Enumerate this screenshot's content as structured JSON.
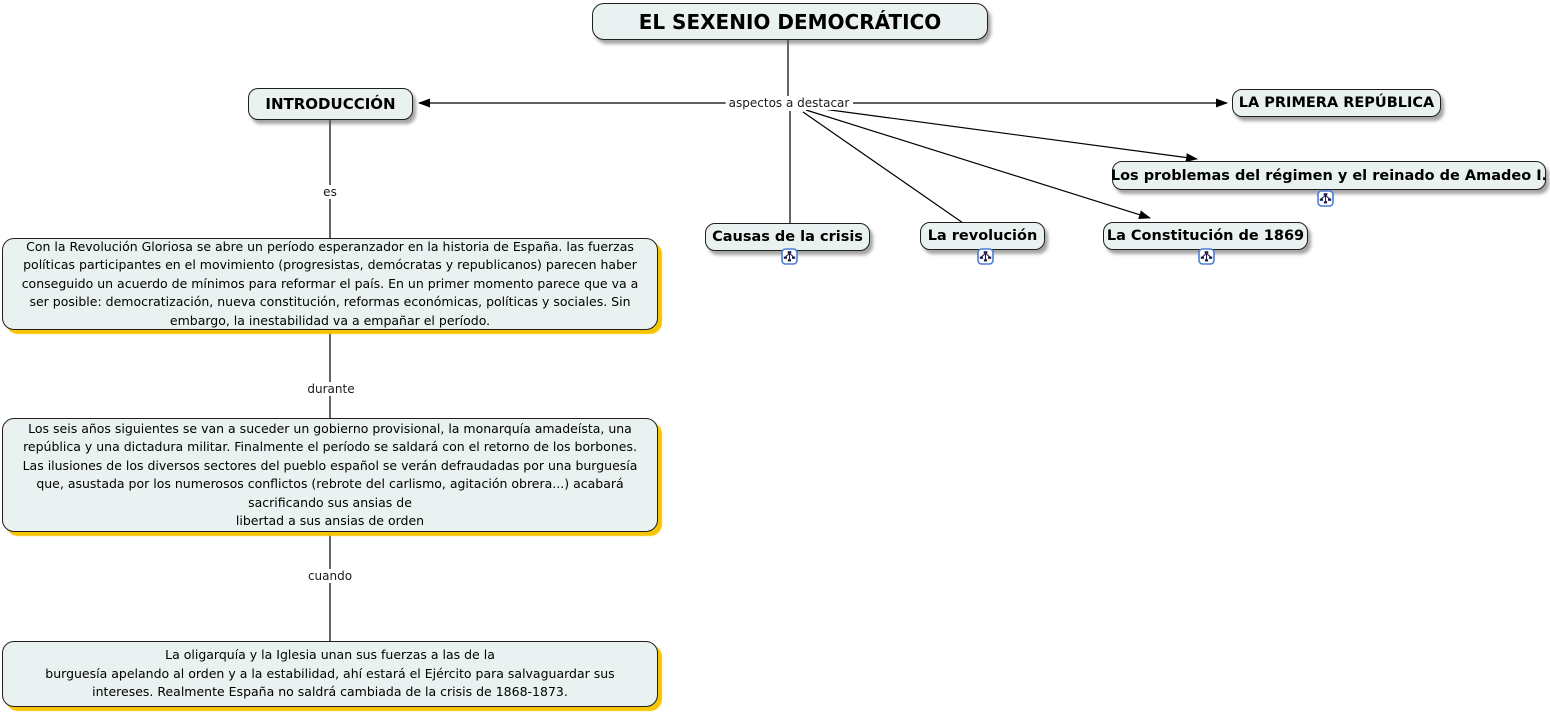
{
  "map": {
    "title": "EL SEXENIO DEMOCRÁTICO"
  },
  "colors": {
    "node_fill": "#e9f1f1",
    "node_border": "#1f1f1f",
    "yellow_shadow": "#f6c400",
    "connector_line": "#000000",
    "icon_border": "#4a7fd4"
  },
  "nodes": {
    "introduccion": {
      "label": "INTRODUCCIÓN"
    },
    "primera_republica": {
      "label": "LA PRIMERA REPÚBLICA"
    },
    "problemas": {
      "label": "Los problemas del régimen y el reinado de Amadeo I."
    },
    "causas": {
      "label": "Causas de la crisis"
    },
    "revolucion": {
      "label": "La revolución"
    },
    "constitucion": {
      "label": "La Constitución de 1869"
    }
  },
  "link_labels": {
    "aspectos": "aspectos a destacar",
    "es": "es",
    "durante": "durante",
    "cuando": "cuando"
  },
  "paragraphs": {
    "intro": "Con la Revolución Gloriosa se abre un período esperanzador en la historia de España. las fuerzas políticas participantes en el movimiento (progresistas, demócratas y republicanos) parecen haber conseguido un acuerdo de mínimos para reformar el país. En un primer momento parece que va a ser posible: democratización, nueva constitución, reformas económicas, políticas y sociales. Sin embargo, la inestabilidad va a empañar el período.",
    "durante": "Los seis años siguientes se van a suceder un gobierno provisional, la monarquía amadeísta, una república y una dictadura militar. Finalmente el período se saldará con el retorno de los borbones. Las ilusiones de los diversos sectores del pueblo español se verán defraudadas por una burguesía que, asustada por los numerosos conflictos (rebrote del carlismo, agitación obrera...) acabará sacrificando sus ansias de\nlibertad a sus ansias de orden",
    "cuando": "La oligarquía y la Iglesia unan sus fuerzas a las de la\nburguesía apelando al orden y a la estabilidad, ahí estará el Ejército para salvaguardar sus intereses. Realmente España no saldrá cambiada de la crisis de 1868-1873."
  },
  "icons": {
    "resource_icon": "mini-concept-map-icon"
  }
}
